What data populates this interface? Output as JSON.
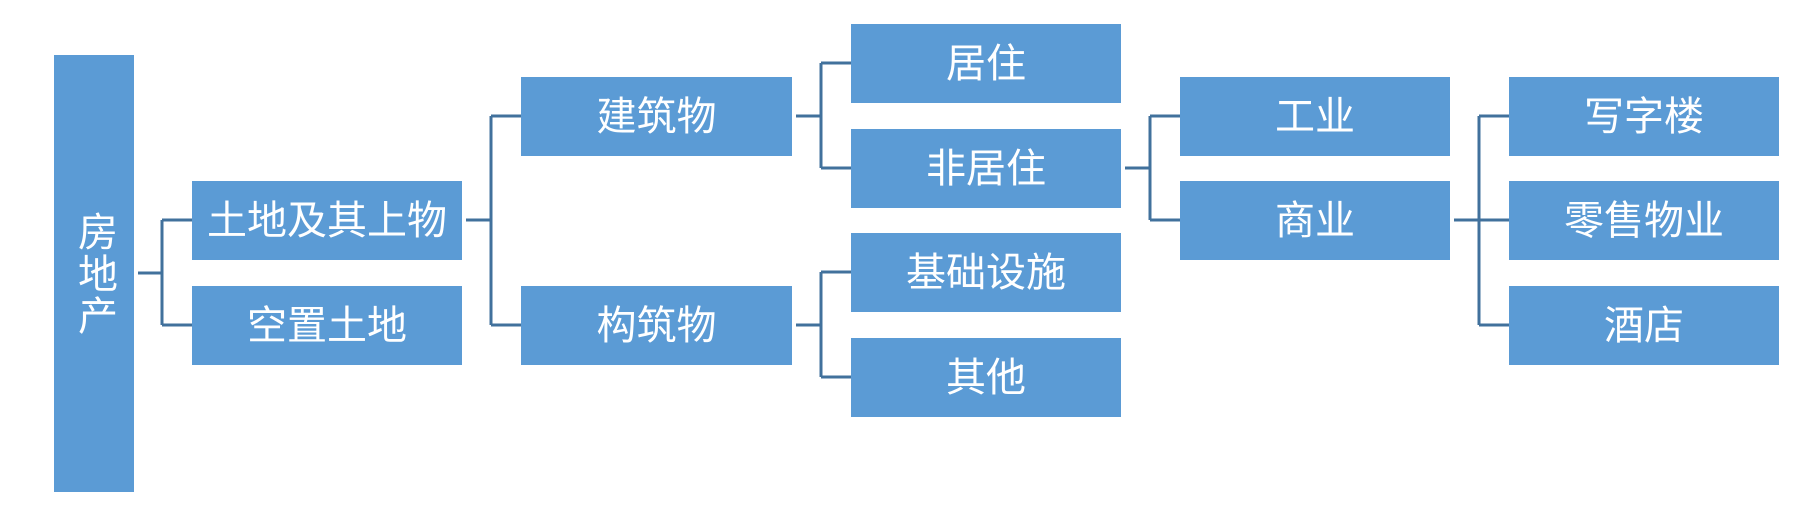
{
  "colors": {
    "box_fill": "#5b9bd5",
    "connector": "#41719c",
    "text": "#ffffff"
  },
  "nodes": {
    "root": "房地产",
    "land_and_buildings": "土地及其上物",
    "vacant_land": "空置土地",
    "buildings": "建筑物",
    "structures": "构筑物",
    "residential": "居住",
    "non_residential": "非居住",
    "infrastructure": "基础设施",
    "other": "其他",
    "industrial": "工业",
    "commercial": "商业",
    "office": "写字楼",
    "retail": "零售物业",
    "hotel": "酒店"
  }
}
